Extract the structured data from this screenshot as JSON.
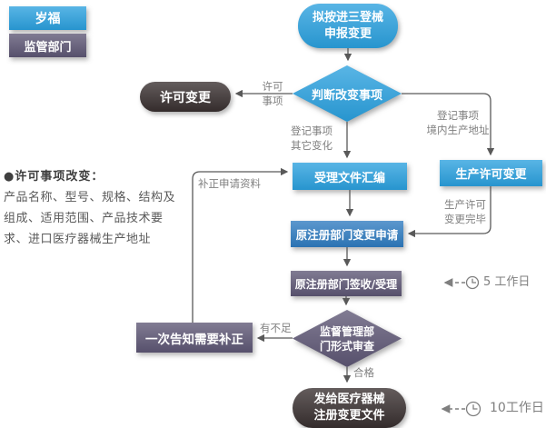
{
  "palette": {
    "blue": "#2AA0DE",
    "mid_blue": "#2E7BC0",
    "purple": "#5D5674",
    "dark": "#382F2F",
    "line": "#595959",
    "label": "#7F7F7F"
  },
  "legend": {
    "company": "岁福",
    "regulator": "监管部门"
  },
  "nodes": {
    "start": {
      "line1": "拟按进三登械",
      "line2": "申报变更"
    },
    "decision_change": {
      "label": "判断改变事项"
    },
    "license_change": {
      "label": "许可变更"
    },
    "accept_docs": {
      "label": "受理文件汇编"
    },
    "production_license": {
      "label": "生产许可变更"
    },
    "change_application": {
      "label": "原注册部门变更申请"
    },
    "sign_accept": {
      "label": "原注册部门签收/受理"
    },
    "formal_review": {
      "line1": "监督管理部",
      "line2": "门形式审查"
    },
    "notify_correction": {
      "label": "一次告知需要补正"
    },
    "issue_docs": {
      "line1": "发给医疗器械",
      "line2": "注册变更文件"
    }
  },
  "edge_labels": {
    "license_items": {
      "line1": "许可",
      "line2": "事项"
    },
    "reg_other": {
      "line1": "登记事项",
      "line2": "其它变化"
    },
    "reg_domestic": {
      "line1": "登记事项",
      "line2": "境内生产地址"
    },
    "supplement": "补正申请资料",
    "production_done": {
      "line1": "生产许可",
      "line2": "变更完毕"
    },
    "insufficient": "有不足",
    "qualified": "合格",
    "duration_accept": "5 工作日",
    "duration_issue": "10工作日"
  },
  "note": {
    "bullet": "●",
    "title": "许可事项改变：",
    "lines": [
      "产品名称、型号、规格、结构及",
      "组成、适用范围、产品技术要",
      "求、进口医疗器械生产地址"
    ]
  }
}
